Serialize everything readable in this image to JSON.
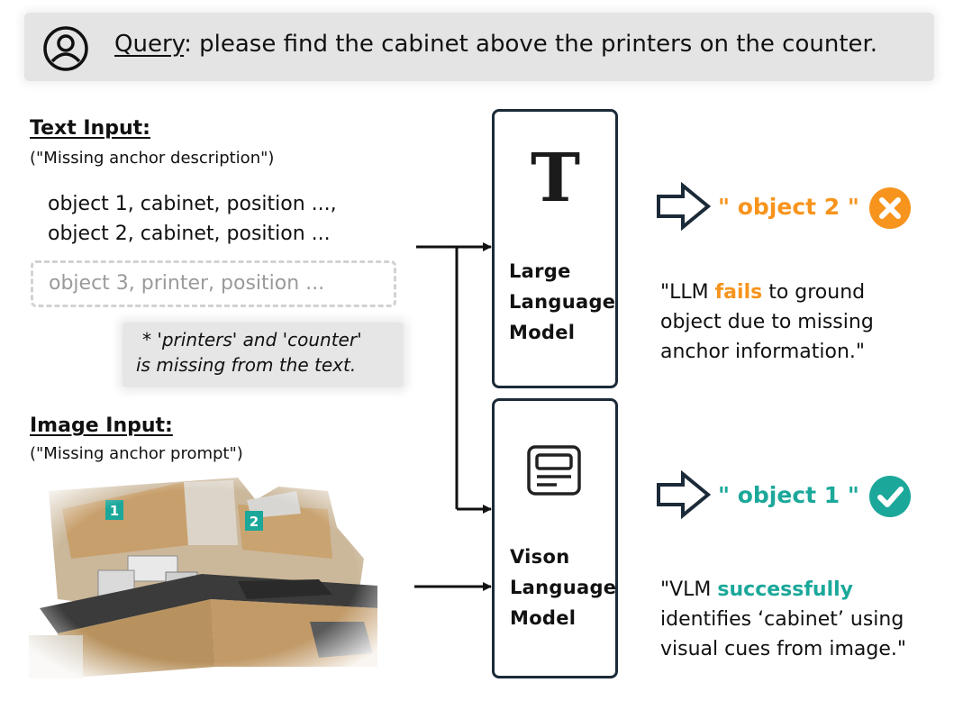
{
  "query": {
    "label": "Query",
    "text": ": please find the cabinet above the printers on the counter."
  },
  "text_input": {
    "title": "Text Input:",
    "subtitle": "(\"Missing anchor description\")",
    "lines": [
      "object 1, cabinet, position ...,",
      "object 2, cabinet, position ..."
    ],
    "missing_line": "object 3, printer,  position ..."
  },
  "note": {
    "line1": "* 'printers' and 'counter'",
    "line2": "is missing from the text."
  },
  "image_input": {
    "title": "Image Input:",
    "subtitle": "(\"Missing anchor prompt\")",
    "tags": [
      "1",
      "2"
    ]
  },
  "llm": {
    "glyph": "T",
    "label": [
      "Large",
      "Language",
      "Model"
    ],
    "result": "\" object 2 \"",
    "quote_pre": "\"LLM ",
    "quote_highlight": "fails",
    "quote_post": " to ground",
    "quote_line2": "object due to missing",
    "quote_line3": "anchor information.\""
  },
  "vlm": {
    "label": [
      "Vison",
      "Language",
      "Model"
    ],
    "result": "\" object 1 \"",
    "quote_pre": "\"VLM ",
    "quote_highlight": "successfully",
    "quote_line2": "identifies ‘cabinet’ using",
    "quote_line3": "visual cues from image.\""
  },
  "colors": {
    "fail": "#f7941d",
    "success": "#1ba89a",
    "box_border": "#1b2a38",
    "query_bg": "#e4e4e4"
  },
  "icons": [
    "user-icon",
    "serif-T-icon",
    "monitor-icon",
    "hollow-arrow-icon",
    "x-circle-icon",
    "check-circle-icon"
  ]
}
